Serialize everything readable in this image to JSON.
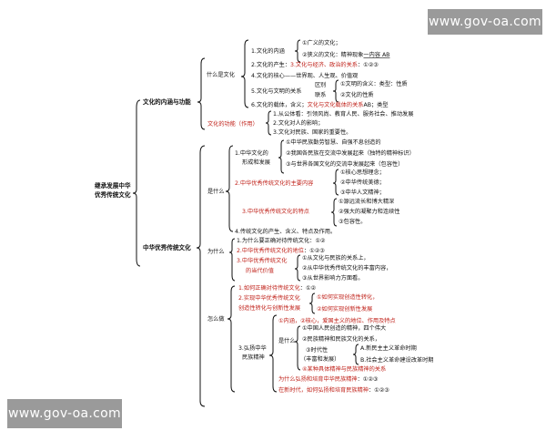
{
  "watermarks": {
    "top": "www.gov-oa.com",
    "bottom": "www.gov-oa.com"
  },
  "root": {
    "line1": "继承发展中华",
    "line2": "优秀传统文化"
  },
  "s1": {
    "title": "文化的内涵与功能",
    "what": "什么是文化",
    "neihan": "1.文化的内涵",
    "n1": "①广义的文化；",
    "n2": "②狭义的文化：精神现象",
    "n2tail": "一内容 AB",
    "chansheng_a": "2.文化的产生：",
    "chansheng_b": "3.文化与经济、政治的关系",
    "chansheng_c": "：①②③",
    "hexin": "4.文化的核心——世界观、人生观、价值观",
    "wm_qubie": "区别",
    "wm_q1": "①文明的含义：类型：性质",
    "wm_lianxi": "联系",
    "wm_q2": "②文化的性质",
    "wenming": "5.文化与文明的关系",
    "zaiti_a": "6.文化的载体，含义；",
    "zaiti_b": "文化与文化载体的关系",
    "zaiti_c": "AB；类型",
    "gn1": "1.从公体看：引领风尚、教育人民、服务社会、推动发展",
    "gn2": "2.文化对人的影响；",
    "gn3": "3.文化对民族、国家的重要性。",
    "gongneng": "文化的功能（作用）"
  },
  "s2": {
    "title": "中华优秀传统文化",
    "shishenme": "是什么",
    "xingcheng_a": "1.中华文化的",
    "xingcheng_b": "形成和发展",
    "xc1": "①中华民族勤劳智慧、自强不息创造的",
    "xc2": "②我国各民族在交流中发展起来（独特的精神标识）",
    "xc3": "③与世界各国文化的交流中发展起来（包容性）",
    "neirong": "2.中华优秀传统文化的主要内容",
    "nr1": "①核心思想理念；",
    "nr2": "②中华传统美德；",
    "nr3": "③中华人文精神；",
    "tedian": "3.中华优秀传统文化的特点",
    "td1": "①源远流长和博大精深",
    "td2": "②强大的凝聚力和连续性",
    "td3": "③包容性。",
    "item4": "4.传统文化的产生、含义、特点及作用。",
    "weishenme": "为什么",
    "w1": "1.为什么要正确对待传统文化：①②",
    "w2_a": "2.中华优秀传统文化的地位",
    "w2_b": "：①②③",
    "w3_a": "3.中华优秀传统文化",
    "w3_b": "的当代价值",
    "w3_1": "①从文化与民族的关系上，",
    "w3_2": "②从中华优秀传统文化的丰富内容，",
    "w3_3": "③从世界影响力方面看。",
    "zenmezuo": "怎么做",
    "z1_a": "1.如何正确对待传统文化",
    "z1_b": "：①②",
    "z2_a": "2.实现中华优秀传统文化",
    "z2_b": "创造性转化与创新性发展",
    "z2_1": "①如何实现创造性转化，",
    "z2_2": "②如何实现创新性发展",
    "hongyang_a": "3.弘扬中华",
    "hongyang_b": "民族精神",
    "jingshen_a": "①内涵，",
    "jingshen_b": "②核心，爱国主义的地位、作用及特点",
    "shishenme2": "是什么",
    "j1": "①中国人民创造的精神，四个伟大",
    "j2": "②民族精神和民族文化的关系，",
    "shidai": "③时代性",
    "sd1": "A.新民主主义革命时期",
    "fengfu": "（丰富和发展）",
    "sd2": "B.社会主义革命建设改革时期",
    "j4": "④某种具体精神与民族精神的关系",
    "why_a": "为什么弘扬和培育中华民族精神",
    "why_b": "：①②③",
    "xinshidai_a": "在新时代，如何弘扬和培育民族精神",
    "xinshidai_b": "：①②③"
  }
}
